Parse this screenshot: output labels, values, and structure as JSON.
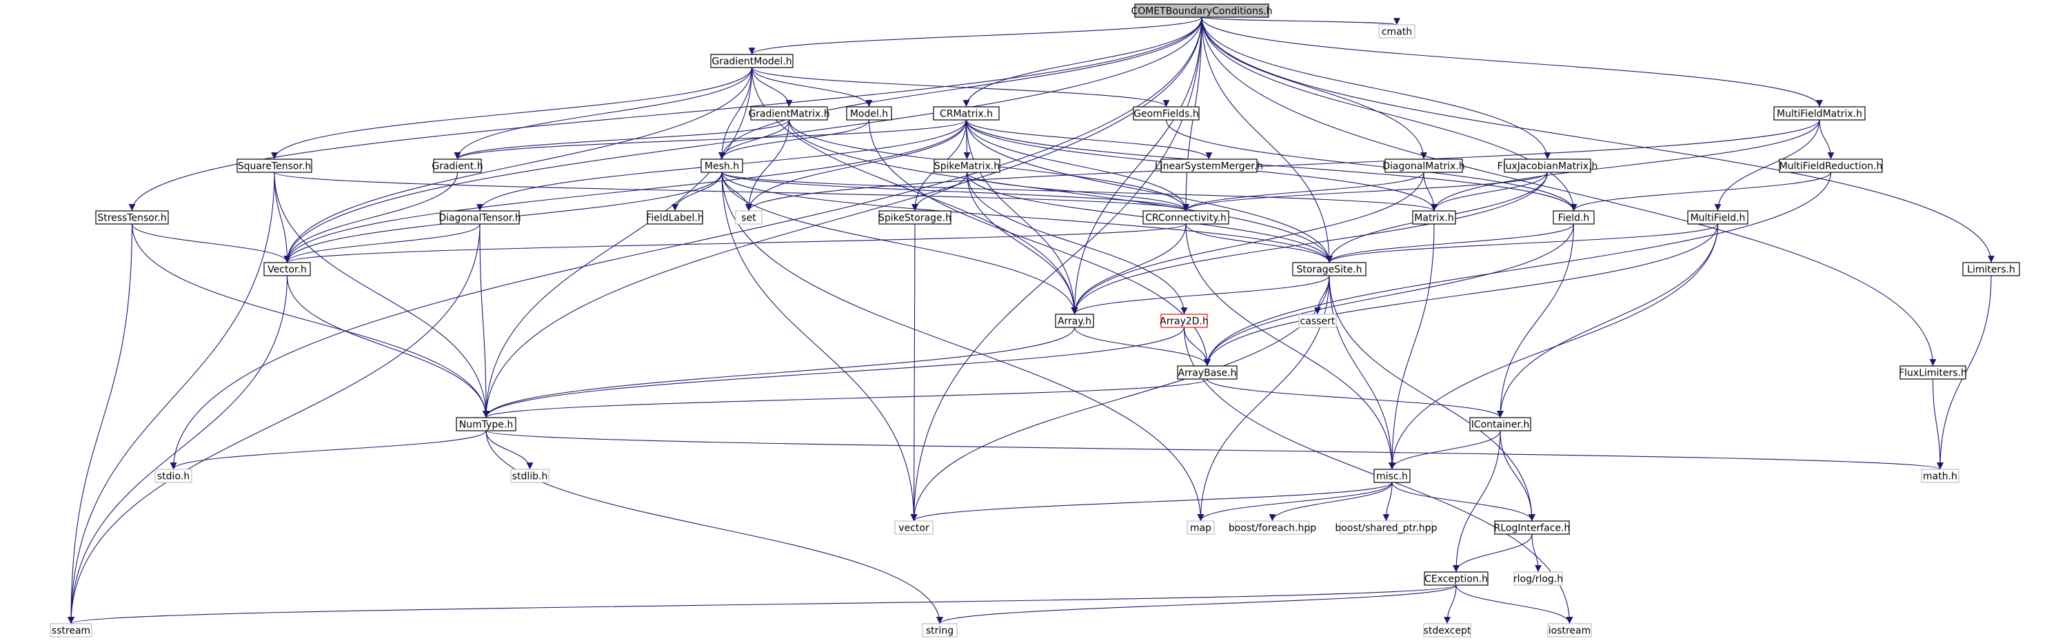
{
  "colors": {
    "edge": "#191970",
    "node_border": "#000000",
    "node_fill": "#ffffff",
    "root_fill": "#bfbfbf",
    "system_border": "#bfbfbf",
    "missing_border": "#ff0000",
    "text": "#000000",
    "system_text": "#000000"
  },
  "nodes": [
    {
      "id": "root",
      "label": "COMETBoundaryConditions.h",
      "kind": "root"
    },
    {
      "id": "cmath",
      "label": "cmath",
      "kind": "system"
    },
    {
      "id": "gradientmodel",
      "label": "GradientModel.h",
      "kind": "local"
    },
    {
      "id": "multifieldmatrix",
      "label": "MultiFieldMatrix.h",
      "kind": "local"
    },
    {
      "id": "gradientmatrix",
      "label": "GradientMatrix.h",
      "kind": "local"
    },
    {
      "id": "model",
      "label": "Model.h",
      "kind": "local"
    },
    {
      "id": "crmatrix",
      "label": "CRMatrix.h",
      "kind": "local"
    },
    {
      "id": "geomfields",
      "label": "GeomFields.h",
      "kind": "local"
    },
    {
      "id": "squaretensor",
      "label": "SquareTensor.h",
      "kind": "local"
    },
    {
      "id": "gradient",
      "label": "Gradient.h",
      "kind": "local"
    },
    {
      "id": "mesh",
      "label": "Mesh.h",
      "kind": "local"
    },
    {
      "id": "spikematrix",
      "label": "SpikeMatrix.h",
      "kind": "local"
    },
    {
      "id": "linearsystemmerger",
      "label": "LinearSystemMerger.h",
      "kind": "local"
    },
    {
      "id": "diagonalmatrix",
      "label": "DiagonalMatrix.h",
      "kind": "local"
    },
    {
      "id": "fluxjacobianmatrix",
      "label": "FluxJacobianMatrix.h",
      "kind": "local"
    },
    {
      "id": "multifieldreduction",
      "label": "MultiFieldReduction.h",
      "kind": "local"
    },
    {
      "id": "stresstensor",
      "label": "StressTensor.h",
      "kind": "local"
    },
    {
      "id": "diagonaltensor",
      "label": "DiagonalTensor.h",
      "kind": "local"
    },
    {
      "id": "fieldlabel",
      "label": "FieldLabel.h",
      "kind": "local"
    },
    {
      "id": "set",
      "label": "set",
      "kind": "system"
    },
    {
      "id": "spikestorage",
      "label": "SpikeStorage.h",
      "kind": "local"
    },
    {
      "id": "crconnectivity",
      "label": "CRConnectivity.h",
      "kind": "local"
    },
    {
      "id": "matrix",
      "label": "Matrix.h",
      "kind": "local"
    },
    {
      "id": "field",
      "label": "Field.h",
      "kind": "local"
    },
    {
      "id": "multifield",
      "label": "MultiField.h",
      "kind": "local"
    },
    {
      "id": "vector",
      "label": "Vector.h",
      "kind": "local"
    },
    {
      "id": "storagesite",
      "label": "StorageSite.h",
      "kind": "local"
    },
    {
      "id": "limiters",
      "label": "Limiters.h",
      "kind": "local"
    },
    {
      "id": "array",
      "label": "Array.h",
      "kind": "local"
    },
    {
      "id": "array2d",
      "label": "Array2D.h",
      "kind": "missing"
    },
    {
      "id": "cassert",
      "label": "cassert",
      "kind": "system"
    },
    {
      "id": "arraybase",
      "label": "ArrayBase.h",
      "kind": "local"
    },
    {
      "id": "fluxlimiters",
      "label": "FluxLimiters.h",
      "kind": "local"
    },
    {
      "id": "numtype",
      "label": "NumType.h",
      "kind": "local"
    },
    {
      "id": "icontainer",
      "label": "IContainer.h",
      "kind": "local"
    },
    {
      "id": "stdio",
      "label": "stdio.h",
      "kind": "system"
    },
    {
      "id": "stdlib",
      "label": "stdlib.h",
      "kind": "system"
    },
    {
      "id": "misch",
      "label": "misc.h",
      "kind": "local"
    },
    {
      "id": "mathh",
      "label": "math.h",
      "kind": "system"
    },
    {
      "id": "vectorstd",
      "label": "vector",
      "kind": "system"
    },
    {
      "id": "map",
      "label": "map",
      "kind": "system"
    },
    {
      "id": "boostforeach",
      "label": "boost/foreach.hpp",
      "kind": "system"
    },
    {
      "id": "boostshared",
      "label": "boost/shared_ptr.hpp",
      "kind": "system"
    },
    {
      "id": "rloginterface",
      "label": "RLogInterface.h",
      "kind": "local"
    },
    {
      "id": "rlog",
      "label": "rlog/rlog.h",
      "kind": "system"
    },
    {
      "id": "cexception",
      "label": "CException.h",
      "kind": "local"
    },
    {
      "id": "sstream",
      "label": "sstream",
      "kind": "system"
    },
    {
      "id": "string",
      "label": "string",
      "kind": "system"
    },
    {
      "id": "stdexcept",
      "label": "stdexcept",
      "kind": "system"
    },
    {
      "id": "iostream",
      "label": "iostream",
      "kind": "system"
    }
  ],
  "edges": [
    [
      "root",
      "cmath"
    ],
    [
      "root",
      "gradientmodel"
    ],
    [
      "root",
      "multifieldmatrix"
    ],
    [
      "root",
      "crmatrix"
    ],
    [
      "root",
      "mesh"
    ],
    [
      "root",
      "vector"
    ],
    [
      "root",
      "stresstensor"
    ],
    [
      "root",
      "stdio"
    ],
    [
      "root",
      "vectorstd"
    ],
    [
      "root",
      "array"
    ],
    [
      "root",
      "numtype"
    ],
    [
      "root",
      "crconnectivity"
    ],
    [
      "root",
      "diagonalmatrix"
    ],
    [
      "root",
      "fluxjacobianmatrix"
    ],
    [
      "root",
      "field"
    ],
    [
      "root",
      "storagesite"
    ],
    [
      "root",
      "limiters"
    ],
    [
      "root",
      "fluxlimiters"
    ],
    [
      "gradientmodel",
      "squaretensor"
    ],
    [
      "gradientmodel",
      "gradient"
    ],
    [
      "gradientmodel",
      "gradientmatrix"
    ],
    [
      "gradientmodel",
      "model"
    ],
    [
      "gradientmodel",
      "geomfields"
    ],
    [
      "gradientmodel",
      "mesh"
    ],
    [
      "gradientmodel",
      "vector"
    ],
    [
      "gradientmodel",
      "numtype"
    ],
    [
      "gradientmodel",
      "array"
    ],
    [
      "multifieldmatrix",
      "multifieldreduction"
    ],
    [
      "multifieldmatrix",
      "multifield"
    ],
    [
      "multifieldmatrix",
      "matrix"
    ],
    [
      "multifieldmatrix",
      "set"
    ],
    [
      "gradientmatrix",
      "mesh"
    ],
    [
      "gradientmatrix",
      "gradient"
    ],
    [
      "gradientmatrix",
      "crconnectivity"
    ],
    [
      "gradientmatrix",
      "set"
    ],
    [
      "gradientmatrix",
      "storagesite"
    ],
    [
      "model",
      "mesh"
    ],
    [
      "model",
      "arraybase"
    ],
    [
      "crmatrix",
      "gradient"
    ],
    [
      "crmatrix",
      "spikematrix"
    ],
    [
      "crmatrix",
      "linearsystemmerger"
    ],
    [
      "crmatrix",
      "crconnectivity"
    ],
    [
      "crmatrix",
      "set"
    ],
    [
      "crmatrix",
      "spikestorage"
    ],
    [
      "crmatrix",
      "array"
    ],
    [
      "crmatrix",
      "matrix"
    ],
    [
      "crmatrix",
      "storagesite"
    ],
    [
      "crmatrix",
      "vector"
    ],
    [
      "crmatrix",
      "diagonaltensor"
    ],
    [
      "crmatrix",
      "field"
    ],
    [
      "geomfields",
      "field"
    ],
    [
      "squaretensor",
      "vector"
    ],
    [
      "squaretensor",
      "numtype"
    ],
    [
      "squaretensor",
      "sstream"
    ],
    [
      "squaretensor",
      "crconnectivity"
    ],
    [
      "gradient",
      "vector"
    ],
    [
      "mesh",
      "fieldlabel"
    ],
    [
      "mesh",
      "set"
    ],
    [
      "mesh",
      "crconnectivity"
    ],
    [
      "mesh",
      "array"
    ],
    [
      "mesh",
      "storagesite"
    ],
    [
      "mesh",
      "vectorstd"
    ],
    [
      "mesh",
      "map"
    ],
    [
      "mesh",
      "vector"
    ],
    [
      "mesh",
      "matrix"
    ],
    [
      "spikematrix",
      "spikestorage"
    ],
    [
      "spikematrix",
      "crconnectivity"
    ],
    [
      "spikematrix",
      "array"
    ],
    [
      "spikematrix",
      "array2d"
    ],
    [
      "spikematrix",
      "storagesite"
    ],
    [
      "diagonalmatrix",
      "matrix"
    ],
    [
      "diagonalmatrix",
      "crconnectivity"
    ],
    [
      "diagonalmatrix",
      "array"
    ],
    [
      "fluxjacobianmatrix",
      "matrix"
    ],
    [
      "fluxjacobianmatrix",
      "crconnectivity"
    ],
    [
      "fluxjacobianmatrix",
      "array"
    ],
    [
      "fluxjacobianmatrix",
      "storagesite"
    ],
    [
      "multifieldreduction",
      "field"
    ],
    [
      "multifieldreduction",
      "arraybase"
    ],
    [
      "stresstensor",
      "vector"
    ],
    [
      "stresstensor",
      "numtype"
    ],
    [
      "stresstensor",
      "sstream"
    ],
    [
      "diagonaltensor",
      "vector"
    ],
    [
      "diagonaltensor",
      "numtype"
    ],
    [
      "diagonaltensor",
      "sstream"
    ],
    [
      "spikestorage",
      "vectorstd"
    ],
    [
      "crconnectivity",
      "vector"
    ],
    [
      "crconnectivity",
      "array"
    ],
    [
      "crconnectivity",
      "storagesite"
    ],
    [
      "crconnectivity",
      "misch"
    ],
    [
      "matrix",
      "misch"
    ],
    [
      "field",
      "storagesite"
    ],
    [
      "field",
      "arraybase"
    ],
    [
      "field",
      "icontainer"
    ],
    [
      "multifield",
      "storagesite"
    ],
    [
      "multifield",
      "arraybase"
    ],
    [
      "multifield",
      "icontainer"
    ],
    [
      "multifield",
      "misch"
    ],
    [
      "vector",
      "numtype"
    ],
    [
      "vector",
      "sstream"
    ],
    [
      "storagesite",
      "array"
    ],
    [
      "storagesite",
      "cassert"
    ],
    [
      "storagesite",
      "misch"
    ],
    [
      "storagesite",
      "rloginterface"
    ],
    [
      "storagesite",
      "vectorstd"
    ],
    [
      "storagesite",
      "map"
    ],
    [
      "limiters",
      "mathh"
    ],
    [
      "array",
      "arraybase"
    ],
    [
      "array",
      "numtype"
    ],
    [
      "array2d",
      "arraybase"
    ],
    [
      "array2d",
      "numtype"
    ],
    [
      "array2d",
      "iostream"
    ],
    [
      "arraybase",
      "numtype"
    ],
    [
      "arraybase",
      "icontainer"
    ],
    [
      "fluxlimiters",
      "mathh"
    ],
    [
      "numtype",
      "stdio"
    ],
    [
      "numtype",
      "stdlib"
    ],
    [
      "numtype",
      "mathh"
    ],
    [
      "numtype",
      "string"
    ],
    [
      "icontainer",
      "misch"
    ],
    [
      "icontainer",
      "rloginterface"
    ],
    [
      "icontainer",
      "cexception"
    ],
    [
      "misch",
      "vectorstd"
    ],
    [
      "misch",
      "map"
    ],
    [
      "misch",
      "boostforeach"
    ],
    [
      "misch",
      "boostshared"
    ],
    [
      "misch",
      "rloginterface"
    ],
    [
      "rloginterface",
      "rlog"
    ],
    [
      "rloginterface",
      "cexception"
    ],
    [
      "cexception",
      "sstream"
    ],
    [
      "cexception",
      "string"
    ],
    [
      "cexception",
      "stdexcept"
    ],
    [
      "cexception",
      "iostream"
    ]
  ]
}
